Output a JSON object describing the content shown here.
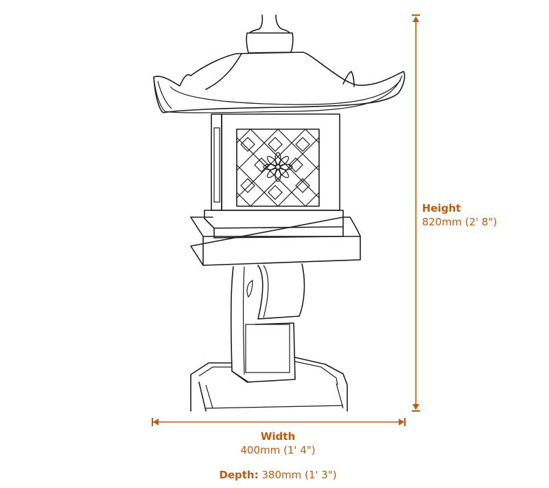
{
  "figure": {
    "subject": "Japanese pagoda stone lantern line drawing",
    "accent_color": "#c0590b"
  },
  "dimensions": {
    "height": {
      "title": "Height",
      "value": "820mm (2' 8\")"
    },
    "width": {
      "title": "Width",
      "value": "400mm (1' 4\")"
    },
    "depth": {
      "title": "Depth:",
      "value": "380mm (1' 3\")"
    }
  }
}
